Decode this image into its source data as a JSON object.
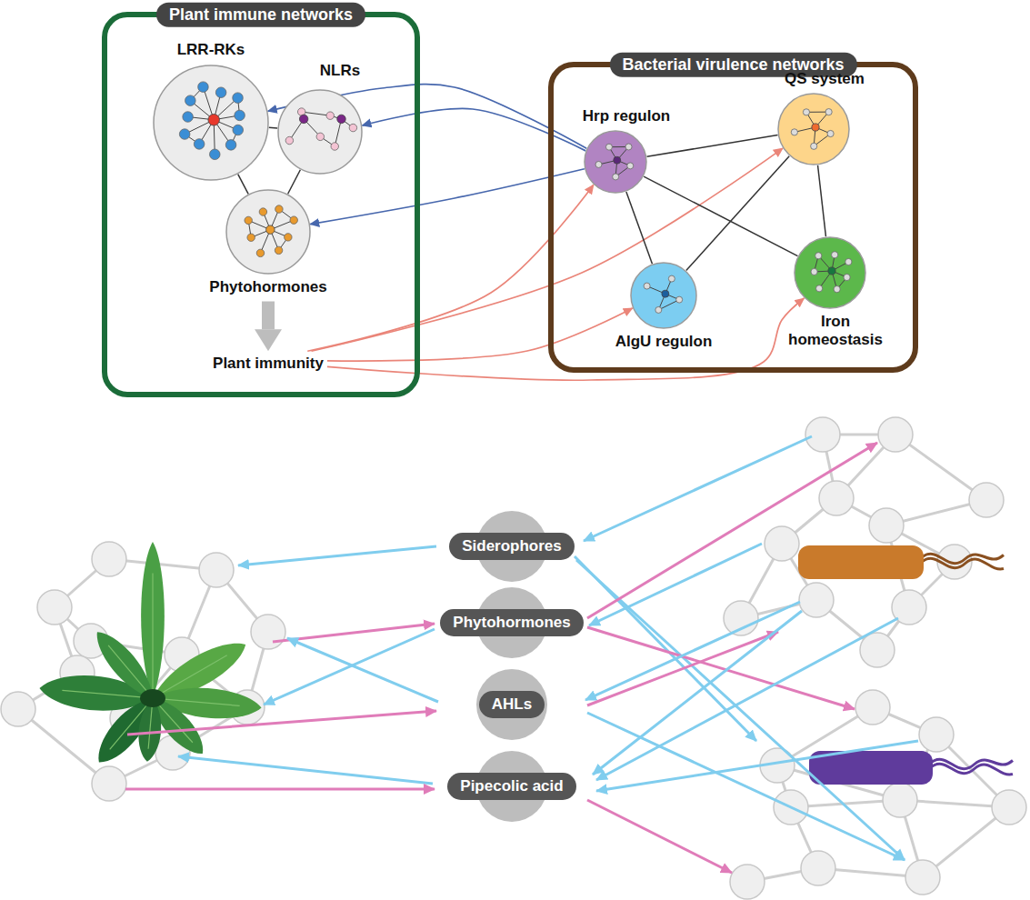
{
  "diagram": {
    "nodes": [
      {
        "text": [
          "Plant immune networks"
        ]
      },
      {
        "text": [
          "LRR-RKs"
        ],
        "in": 0
      },
      {
        "text": [
          "NLRs"
        ],
        "in": 0
      },
      {
        "text": [
          "Phytohormones"
        ],
        "in": 0
      },
      {
        "text": [
          "Plant immunity"
        ],
        "in": 0
      },
      {
        "text": [
          "Bacterial virulence networks"
        ]
      },
      {
        "text": [
          "Hrp regulon"
        ],
        "in": 5
      },
      {
        "text": [
          "QS system"
        ],
        "in": 5
      },
      {
        "text": [
          "AlgU regulon"
        ],
        "in": 5
      },
      {
        "text": [
          "Iron homeostasis"
        ],
        "in": 5
      },
      {
        "text": [
          "Siderophores"
        ]
      },
      {
        "text": [
          "Phytohormones"
        ]
      },
      {
        "text": [
          "AHLs"
        ]
      },
      {
        "text": [
          "Pipecolic acid"
        ]
      }
    ],
    "edges": [
      {
        "from": 1,
        "to": 2,
        "arrow": "none"
      },
      {
        "from": 1,
        "to": 3,
        "arrow": "none"
      },
      {
        "from": 2,
        "to": 3,
        "arrow": "none"
      },
      {
        "from": 3,
        "to": 4,
        "arrow": "to"
      },
      {
        "from": 6,
        "to": 1,
        "arrow": "to"
      },
      {
        "from": 6,
        "to": 2,
        "arrow": "to"
      },
      {
        "from": 6,
        "to": 3,
        "arrow": "to"
      },
      {
        "from": 4,
        "to": 6,
        "arrow": "to"
      },
      {
        "from": 4,
        "to": 7,
        "arrow": "to"
      },
      {
        "from": 4,
        "to": 8,
        "arrow": "to"
      },
      {
        "from": 4,
        "to": 9,
        "arrow": "to"
      },
      {
        "from": 6,
        "to": 7,
        "arrow": "none"
      },
      {
        "from": 6,
        "to": 8,
        "arrow": "none"
      },
      {
        "from": 6,
        "to": 9,
        "arrow": "none"
      },
      {
        "from": 7,
        "to": 8,
        "arrow": "none"
      },
      {
        "from": 7,
        "to": 9,
        "arrow": "none"
      }
    ]
  }
}
